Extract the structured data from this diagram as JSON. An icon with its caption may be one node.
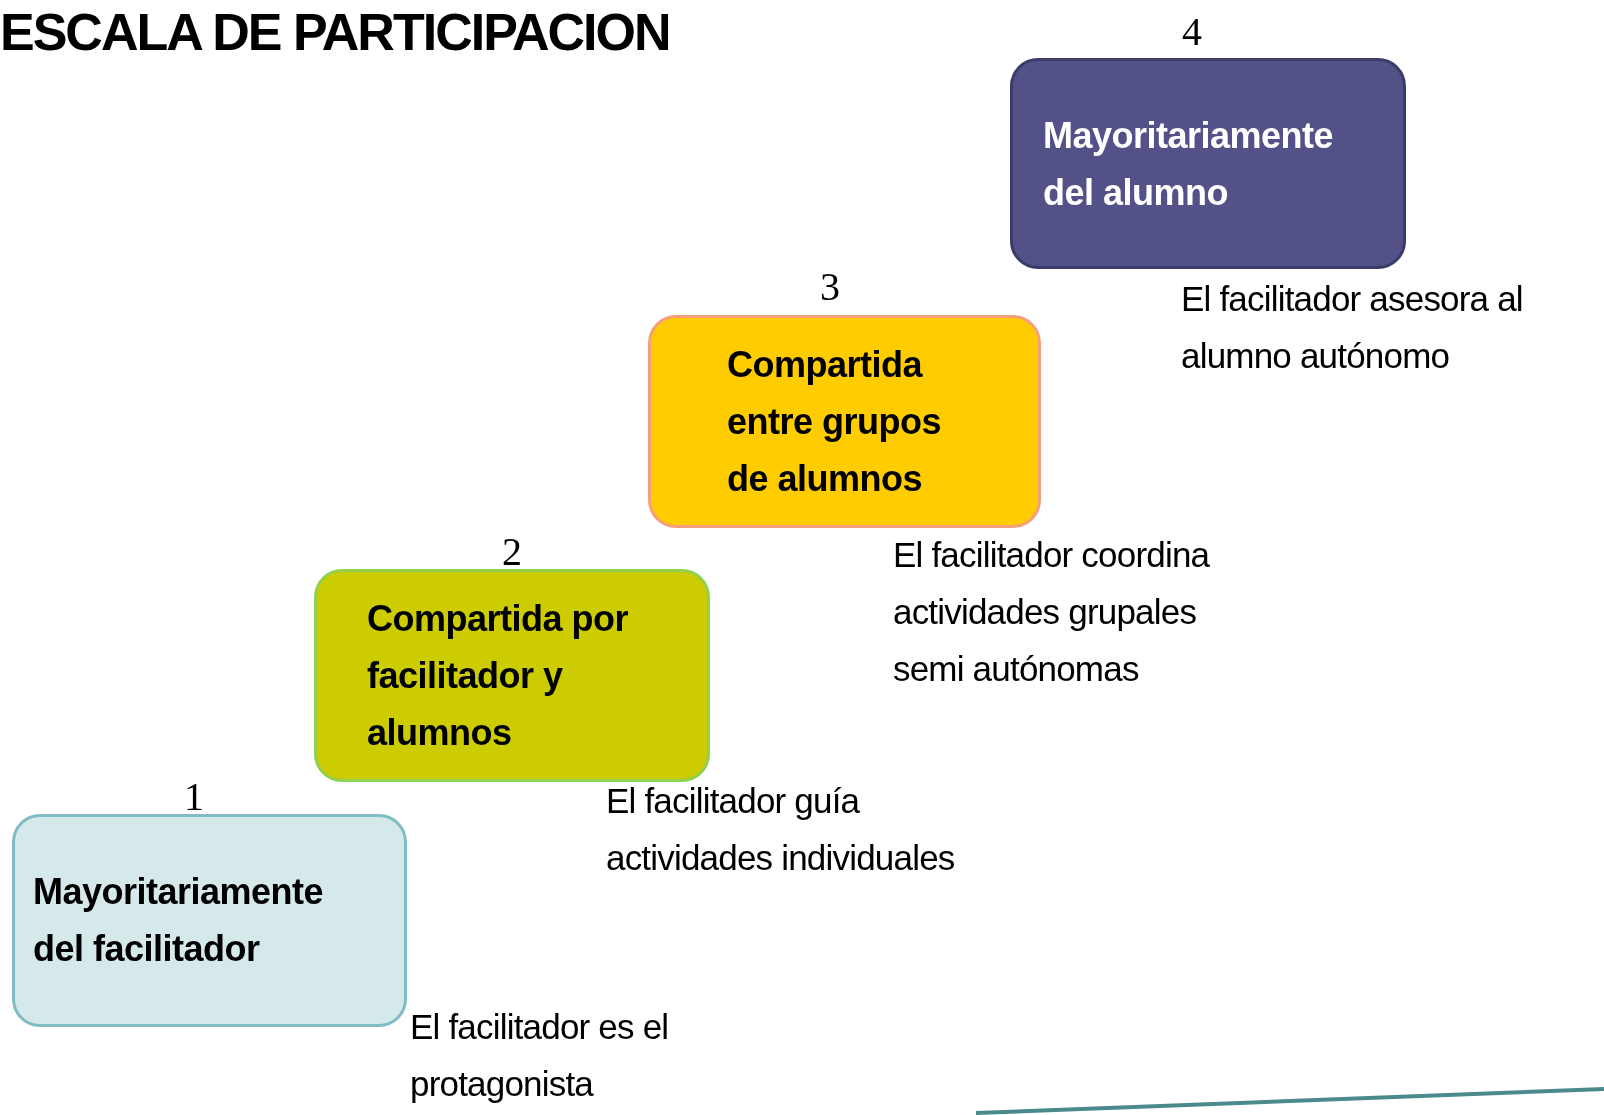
{
  "diagram": {
    "title": "ESCALA DE PARTICIPACION",
    "nodes": [
      {
        "text": [
          "4",
          "Mayoritariamente del alumno"
        ],
        "beside": [
          "El facilitador asesora al alumno autónomo"
        ]
      },
      {
        "text": [
          "3",
          "Compartida entre grupos de alumnos"
        ],
        "beside": [
          "El facilitador coordina actividades grupales semi autónomas"
        ]
      },
      {
        "text": [
          "2",
          "Compartida por facilitador y alumnos"
        ],
        "beside": [
          "El facilitador guía actividades individuales"
        ]
      },
      {
        "text": [
          "1",
          "Mayoritariamente del facilitador"
        ],
        "beside": [
          "El facilitador es el protagonista"
        ]
      }
    ],
    "edges": []
  }
}
